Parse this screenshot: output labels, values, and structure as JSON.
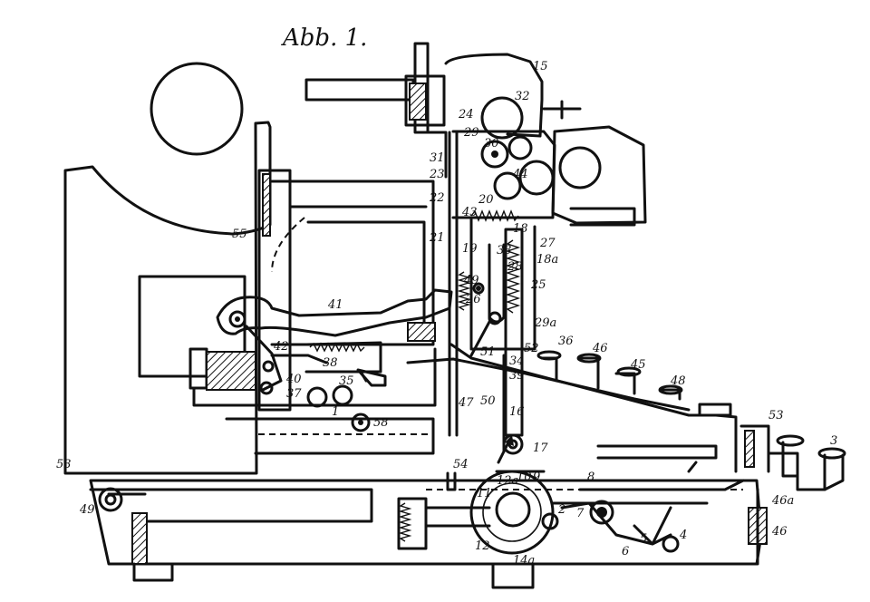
{
  "title": "Abb. 1.",
  "labels": [
    {
      "text": "15"
    },
    {
      "text": "32"
    },
    {
      "text": "24"
    },
    {
      "text": "29"
    },
    {
      "text": "30"
    },
    {
      "text": "31"
    },
    {
      "text": "23"
    },
    {
      "text": "44"
    },
    {
      "text": "22"
    },
    {
      "text": "20"
    },
    {
      "text": "43"
    },
    {
      "text": "18"
    },
    {
      "text": "21"
    },
    {
      "text": "19"
    },
    {
      "text": "27"
    },
    {
      "text": "33"
    },
    {
      "text": "18a"
    },
    {
      "text": "25"
    },
    {
      "text": "28"
    },
    {
      "text": "49"
    },
    {
      "text": "26"
    },
    {
      "text": "41"
    },
    {
      "text": "55"
    },
    {
      "text": "42"
    },
    {
      "text": "29a"
    },
    {
      "text": "36"
    },
    {
      "text": "52"
    },
    {
      "text": "46"
    },
    {
      "text": "45"
    },
    {
      "text": "48"
    },
    {
      "text": "51"
    },
    {
      "text": "34"
    },
    {
      "text": "39"
    },
    {
      "text": "47"
    },
    {
      "text": "50"
    },
    {
      "text": "16"
    },
    {
      "text": "38"
    },
    {
      "text": "40"
    },
    {
      "text": "37"
    },
    {
      "text": "35"
    },
    {
      "text": "58"
    },
    {
      "text": "17"
    },
    {
      "text": "53"
    },
    {
      "text": "54"
    },
    {
      "text": "3"
    },
    {
      "text": "12a"
    },
    {
      "text": "10"
    },
    {
      "text": "9"
    },
    {
      "text": "8"
    },
    {
      "text": "11"
    },
    {
      "text": "7"
    },
    {
      "text": "2"
    },
    {
      "text": "12"
    },
    {
      "text": "46a"
    },
    {
      "text": "6"
    },
    {
      "text": "5"
    },
    {
      "text": "4"
    },
    {
      "text": "49"
    },
    {
      "text": "14a"
    },
    {
      "text": "46"
    },
    {
      "text": "53"
    },
    {
      "text": "1"
    }
  ]
}
